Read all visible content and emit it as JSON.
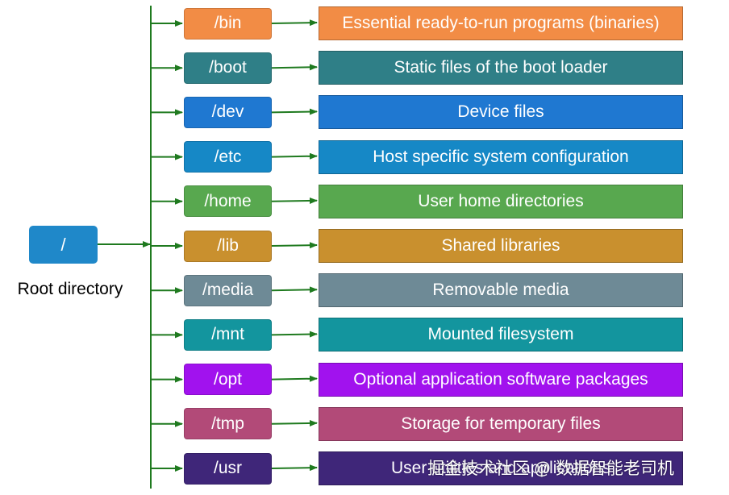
{
  "root": {
    "label": "/",
    "caption": "Root directory",
    "color": "#1f88c9"
  },
  "line_color": "#1f7a1f",
  "directories": [
    {
      "name": "/bin",
      "description": "Essential ready-to-run programs (binaries)",
      "color": "#f28c45"
    },
    {
      "name": "/boot",
      "description": "Static files of the boot loader",
      "color": "#2f7f87"
    },
    {
      "name": "/dev",
      "description": "Device files",
      "color": "#1f78d1"
    },
    {
      "name": "/etc",
      "description": "Host specific system configuration",
      "color": "#1688c6"
    },
    {
      "name": "/home",
      "description": "User home directories",
      "color": "#58a84f"
    },
    {
      "name": "/lib",
      "description": "Shared libraries",
      "color": "#c9902e"
    },
    {
      "name": "/media",
      "description": "Removable media",
      "color": "#6e8a96"
    },
    {
      "name": "/mnt",
      "description": "Mounted filesystem",
      "color": "#13959e"
    },
    {
      "name": "/opt",
      "description": "Optional application software packages",
      "color": "#a112ee"
    },
    {
      "name": "/tmp",
      "description": "Storage for temporary files",
      "color": "#b24a78"
    },
    {
      "name": "/usr",
      "description": "User utilities and applications",
      "color": "#3f2679"
    }
  ],
  "watermark": "掘金技术社区 @ 数据智能老司机"
}
